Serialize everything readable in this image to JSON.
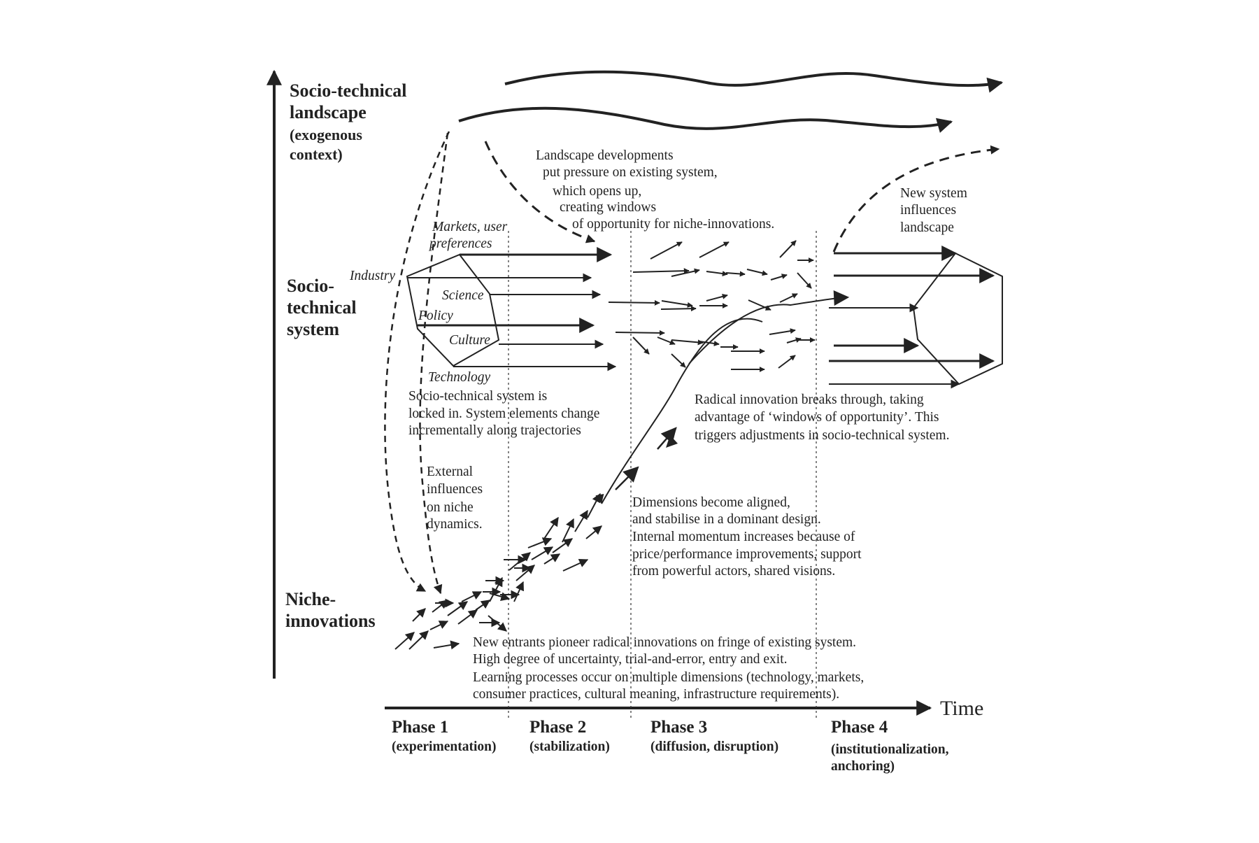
{
  "levels": {
    "landscape": [
      "Socio-technical",
      "landscape"
    ],
    "landscape_sub": [
      "(exogenous",
      "context)"
    ],
    "system": [
      "Socio-",
      "technical",
      "system"
    ],
    "niche": [
      "Niche-",
      "innovations"
    ]
  },
  "elements": {
    "markets": [
      "Markets, user",
      "preferences"
    ],
    "industry": "Industry",
    "science": "Science",
    "policy": "Policy",
    "culture": "Culture",
    "technology": "Technology"
  },
  "notes": {
    "landscape_dev": [
      "Landscape developments",
      "put pressure on existing system,",
      "which opens up,",
      "creating windows",
      "of opportunity for niche-innovations."
    ],
    "new_system": [
      "New system",
      "influences",
      "landscape"
    ],
    "locked": [
      "Socio-technical system is",
      "locked in. System elements change",
      "incrementally along trajectories"
    ],
    "external": [
      "External",
      "influences",
      "on niche",
      "dynamics."
    ],
    "breakthrough": [
      "Radical innovation breaks through, taking",
      "advantage of ‘windows of opportunity’. This",
      "triggers adjustments in socio-technical system."
    ],
    "aligned": [
      "Dimensions become aligned,",
      "and stabilise in a dominant design.",
      "Internal momentum increases because of",
      "price/performance improvements, support",
      "from powerful actors, shared visions."
    ],
    "entrants": [
      "New entrants pioneer radical innovations on fringe of existing system.",
      "High degree of uncertainty, trial-and-error, entry and exit.",
      "Learning processes occur on multiple dimensions (technology, markets,",
      "consumer practices, cultural meaning, infrastructure requirements)."
    ]
  },
  "axis": {
    "time": "Time"
  },
  "phases": [
    {
      "name": "Phase 1",
      "sub": [
        "(experimentation)"
      ]
    },
    {
      "name": "Phase 2",
      "sub": [
        "(stabilization)"
      ]
    },
    {
      "name": "Phase 3",
      "sub": [
        "(diffusion, disruption)"
      ]
    },
    {
      "name": "Phase 4",
      "sub": [
        "(institutionalization,",
        "anchoring)"
      ]
    }
  ]
}
